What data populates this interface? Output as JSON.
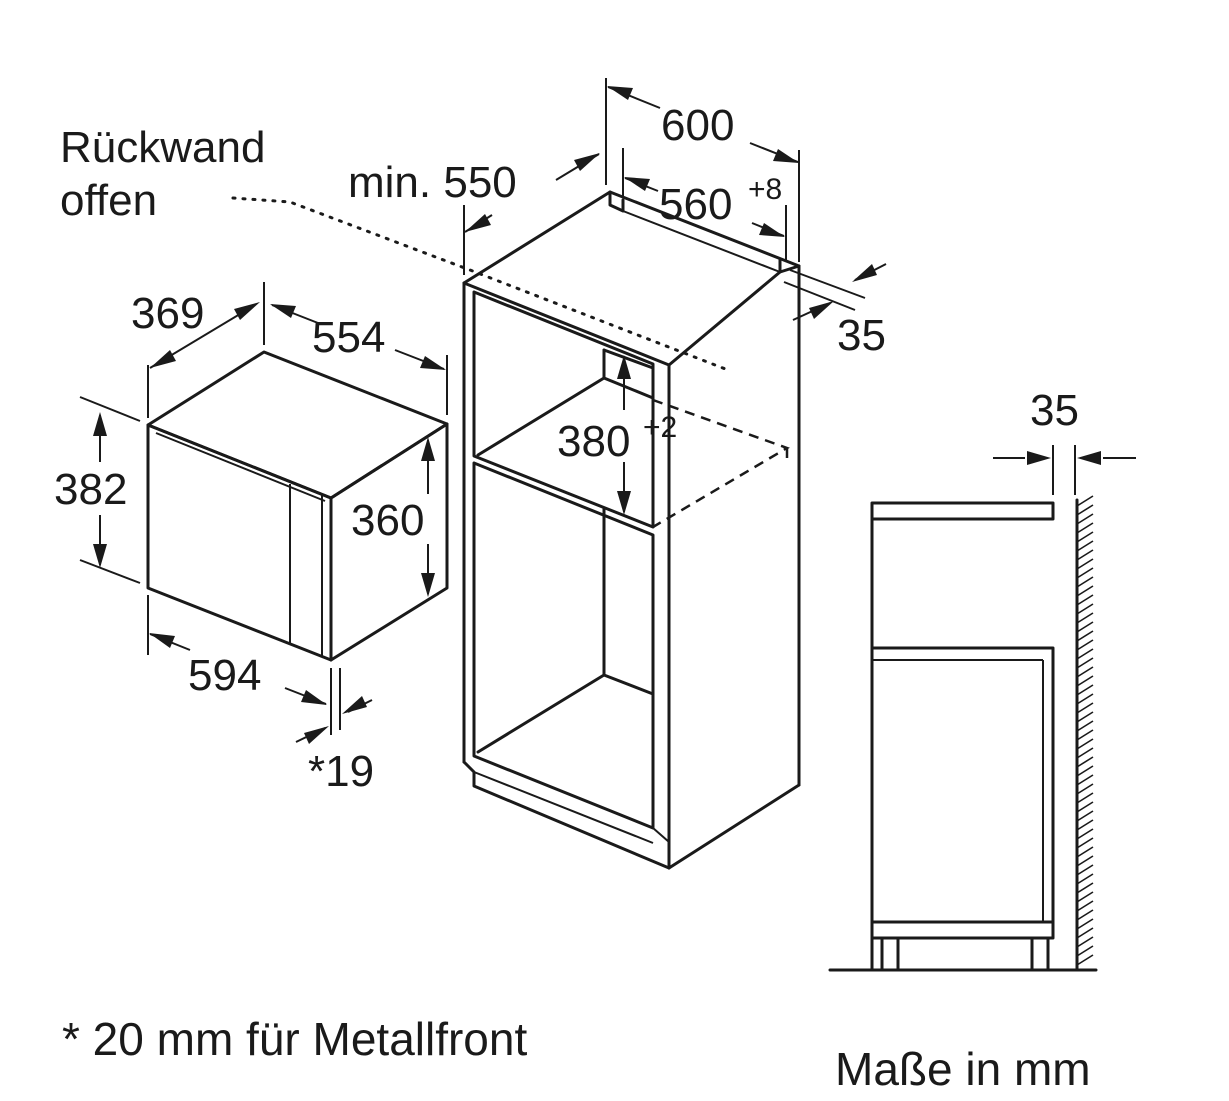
{
  "labels": {
    "back_wall_line1": "Rückwand",
    "back_wall_line2": "offen",
    "min_depth": "min. 550",
    "niche_total_width": "600",
    "niche_width": "560",
    "niche_width_tol": "+8",
    "side_depth": "35",
    "niche_height": "380",
    "niche_height_tol": "+2",
    "device_depth": "369",
    "device_width": "554",
    "device_height_total": "382",
    "device_height_body": "360",
    "device_front_width": "594",
    "front_thickness": "*19",
    "wall_gap": "35"
  },
  "footnote": "* 20 mm für Metallfront",
  "units_note": "Maße in mm"
}
